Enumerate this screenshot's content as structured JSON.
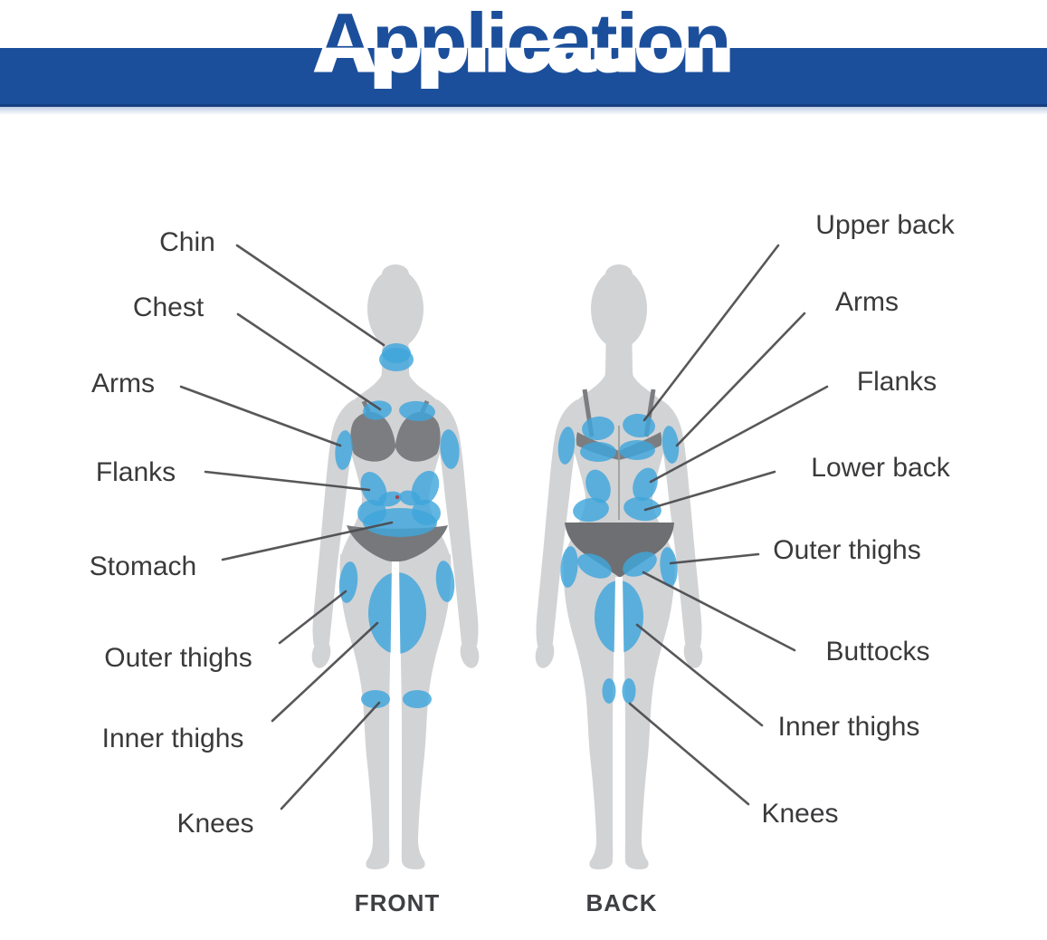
{
  "title": "Application",
  "captions": {
    "front": "FRONT",
    "back": "BACK"
  },
  "labels": {
    "left": [
      "Chin",
      "Chest",
      "Arms",
      "Flanks",
      "Stomach",
      "Outer thighs",
      "Inner thighs",
      "Knees"
    ],
    "right": [
      "Upper back",
      "Arms",
      "Flanks",
      "Lower back",
      "Outer thighs",
      "Buttocks",
      "Inner thighs",
      "Knees"
    ]
  },
  "colors": {
    "banner_blue": "#1C4F9B",
    "banner_edge": "#163F80",
    "title_blue": "#1C4F9B",
    "title_outline": "#FFFFFF",
    "treatment_area_blue": "#3FA6DC",
    "silhouette_gray": "#D2D3D5",
    "garment_gray": "#7C7D80",
    "back_bottom_gray": "#6E6F72",
    "label_text": "#3A3A3C",
    "leader_line": "#4A4A4D"
  }
}
